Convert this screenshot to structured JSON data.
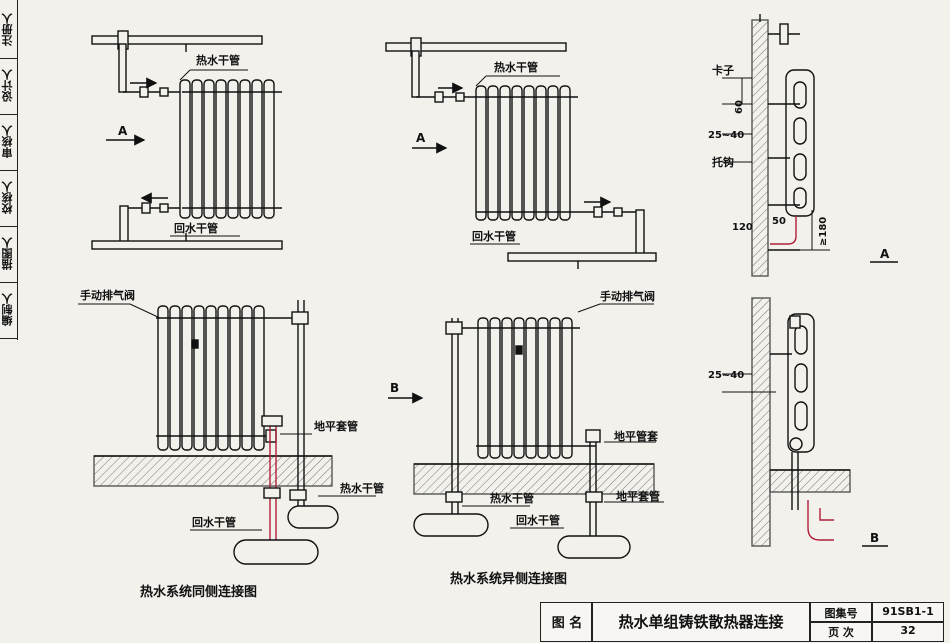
{
  "side_labels": [
    "编制人",
    "描图人",
    "校核人",
    "审核人",
    "设计人",
    "注册人"
  ],
  "labels": {
    "hot_main_1": "热水干管",
    "return_main_1": "回水干管",
    "hot_main_2": "热水干管",
    "return_main_2": "回水干管",
    "air_valve_1": "手动排气阀",
    "floor_sleeve_1": "地平套管",
    "hot_main_3": "热水干管",
    "return_main_3": "回水干管",
    "air_valve_2": "手动排气阀",
    "floor_sleeve_2a": "地平管套",
    "hot_main_4": "热水干管",
    "return_main_4": "回水干管",
    "floor_sleeve_2b": "地平套管",
    "clip": "卡子",
    "hook": "托钩",
    "dim_60": "60",
    "dim_25_40_a": "25~40",
    "dim_50": "50",
    "dim_120": "120",
    "dim_180": "≥180",
    "dim_25_40_b": "25~40",
    "arrow_a1": "A",
    "arrow_a2": "A",
    "arrow_b1": "B",
    "section_a": "A",
    "section_b": "B"
  },
  "captions": {
    "same_side": "热水系统同侧连接图",
    "diff_side": "热水系统异侧连接图"
  },
  "title_block": {
    "name_label": "图 名",
    "title": "热水单组铸铁散热器连接",
    "atlas_label": "图集号",
    "atlas_no": "91SB1-1",
    "page_label": "页 次",
    "page_no": "32"
  },
  "colors": {
    "line": "#111111",
    "pipe_red": "#b0203a",
    "wall": "#666666"
  }
}
